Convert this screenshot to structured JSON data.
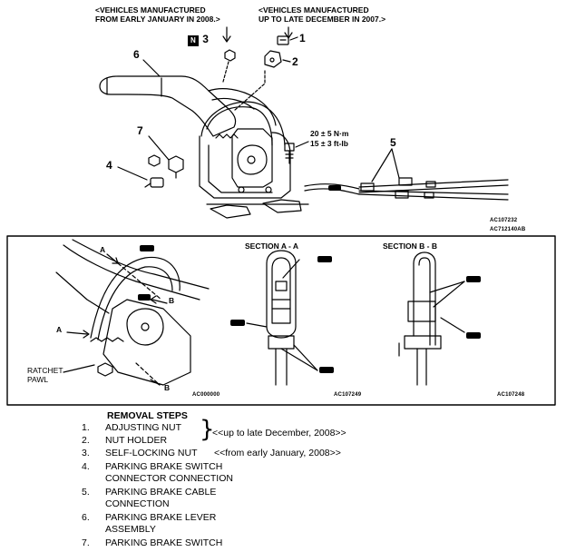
{
  "header": {
    "early_line1": "<VEHICLES MANUFACTURED",
    "early_line2": "FROM EARLY JANUARY IN 2008.>",
    "late_line1": "<VEHICLES MANUFACTURED",
    "late_line2": "UP TO LATE DECEMBER IN 2007.>"
  },
  "callouts": {
    "c1": "1",
    "c2": "2",
    "c3": "3",
    "c4": "4",
    "c5": "5",
    "c6": "6",
    "c7": "7",
    "n_box": "N"
  },
  "torque": {
    "line1": "20 ± 5 N·m",
    "line2": "15 ± 3 ft-lb"
  },
  "figure_ids": {
    "top1": "AC107232",
    "top2": "AC712140AB",
    "left": "AC000000",
    "mid": "AC107249",
    "right": "AC107248"
  },
  "detail": {
    "section_aa": "SECTION A - A",
    "section_bb": "SECTION B - B",
    "label_a_top": "A",
    "label_a_left": "A",
    "label_b_right": "B",
    "label_b_bottom": "B",
    "ratchet": "RATCHET",
    "pawl": "PAWL"
  },
  "removal": {
    "title": "REMOVAL STEPS",
    "steps": [
      {
        "num": "1.",
        "line1": "ADJUSTING NUT"
      },
      {
        "num": "2.",
        "line1": "NUT HOLDER"
      },
      {
        "num": "3.",
        "line1": "SELF-LOCKING NUT"
      },
      {
        "num": "4.",
        "line1": "PARKING BRAKE SWITCH",
        "line2": "CONNECTOR CONNECTION"
      },
      {
        "num": "5.",
        "line1": "PARKING BRAKE CABLE",
        "line2": "CONNECTION"
      },
      {
        "num": "6.",
        "line1": "PARKING BRAKE LEVER",
        "line2": "ASSEMBLY"
      },
      {
        "num": "7.",
        "line1": "PARKING BRAKE SWITCH"
      }
    ],
    "note_late": "<<up to late December, 2008>>",
    "note_early": "<<from early January, 2008>>"
  }
}
